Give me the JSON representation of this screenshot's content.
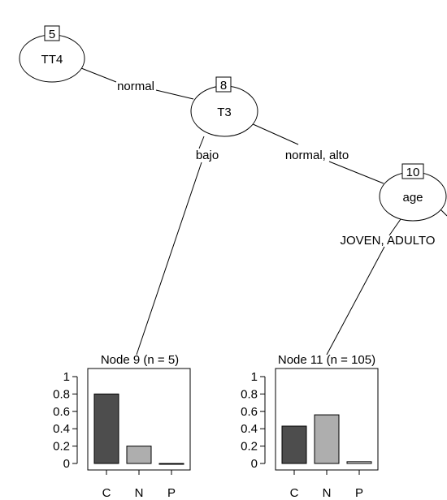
{
  "tree": {
    "inner_nodes": [
      {
        "id": "5",
        "variable": "TT4"
      },
      {
        "id": "8",
        "variable": "T3"
      },
      {
        "id": "10",
        "variable": "age"
      }
    ],
    "edge_labels": {
      "tt4_t3": "normal",
      "t3_node9": "bajo",
      "t3_age": "normal, alto",
      "age_node11": "JOVEN, ADULTO"
    },
    "terminal_nodes": [
      {
        "title": "Node 9 (n = 5)",
        "values": [
          0.8,
          0.2,
          0.0
        ]
      },
      {
        "title": "Node 11 (n = 105)",
        "values": [
          0.43,
          0.56,
          0.02
        ]
      }
    ],
    "classes": [
      "C",
      "N",
      "P"
    ],
    "y_ticks": [
      "0",
      "0.2",
      "0.4",
      "0.6",
      "0.8",
      "1"
    ],
    "bar_colors": [
      "#4d4d4d",
      "#aeaeae",
      "#e6e6e6"
    ]
  }
}
